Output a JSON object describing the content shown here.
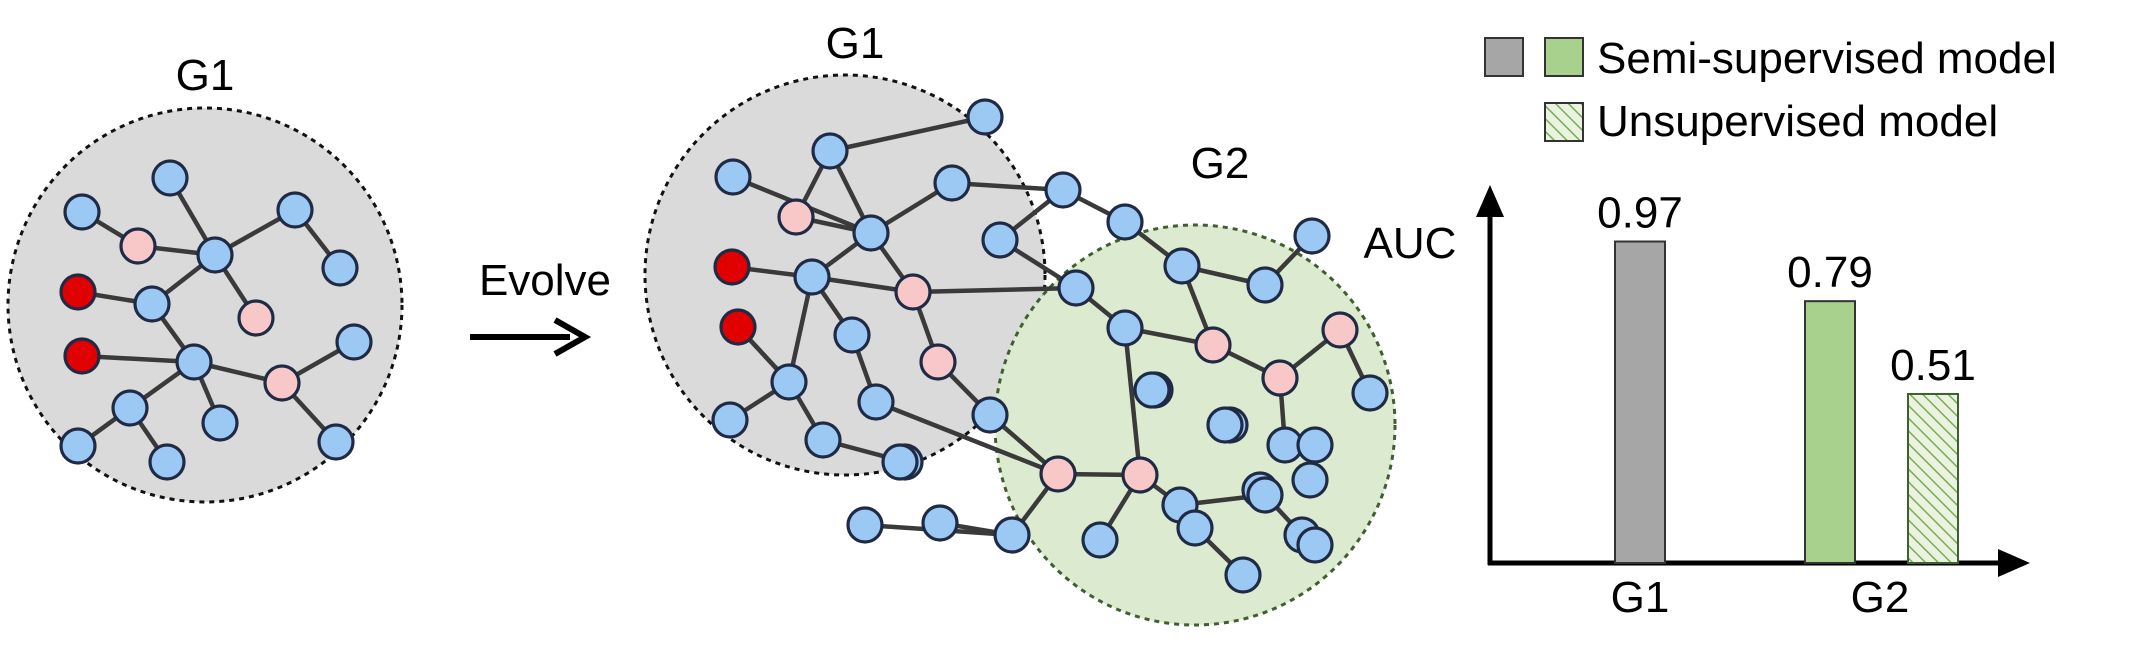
{
  "diagram": {
    "left_graph": {
      "title": "G1"
    },
    "arrow": {
      "label": "Evolve"
    },
    "right_graph": {
      "title_g1": "G1",
      "title_g2": "G2"
    }
  },
  "colors": {
    "normal_node": "#9cc9f4",
    "pink_node": "#f8c8c8",
    "anomaly_node": "#e00000",
    "g1_region": "#dadada",
    "g2_region": "#dcebd0",
    "g2_border": "#3f5f2f",
    "bar_gray": "#a6a6a6",
    "bar_green": "#a9d18e",
    "edge": "#3a3a3a"
  },
  "legend": {
    "items": [
      {
        "label": "",
        "fill": "#a6a6a6",
        "pattern": "solid"
      },
      {
        "label": "Semi-supervised model",
        "fill": "#a9d18e",
        "pattern": "solid"
      },
      {
        "label": "Unsupervised model",
        "fill": "#a9d18e",
        "pattern": "hatched"
      }
    ]
  },
  "chart_data": {
    "type": "bar",
    "categories": [
      "G1",
      "G2"
    ],
    "ylabel": "AUC",
    "ylim": [
      0,
      1.05
    ],
    "bars": [
      {
        "category": "G1",
        "group": "Semi-supervised model",
        "value": 0.97,
        "label": "0.97",
        "fill": "#a6a6a6",
        "pattern": "solid"
      },
      {
        "category": "G2",
        "group": "Semi-supervised model",
        "value": 0.79,
        "label": "0.79",
        "fill": "#a9d18e",
        "pattern": "solid"
      },
      {
        "category": "G2",
        "group": "Unsupervised model",
        "value": 0.51,
        "label": "0.51",
        "fill": "#a9d18e",
        "pattern": "hatched"
      }
    ]
  }
}
